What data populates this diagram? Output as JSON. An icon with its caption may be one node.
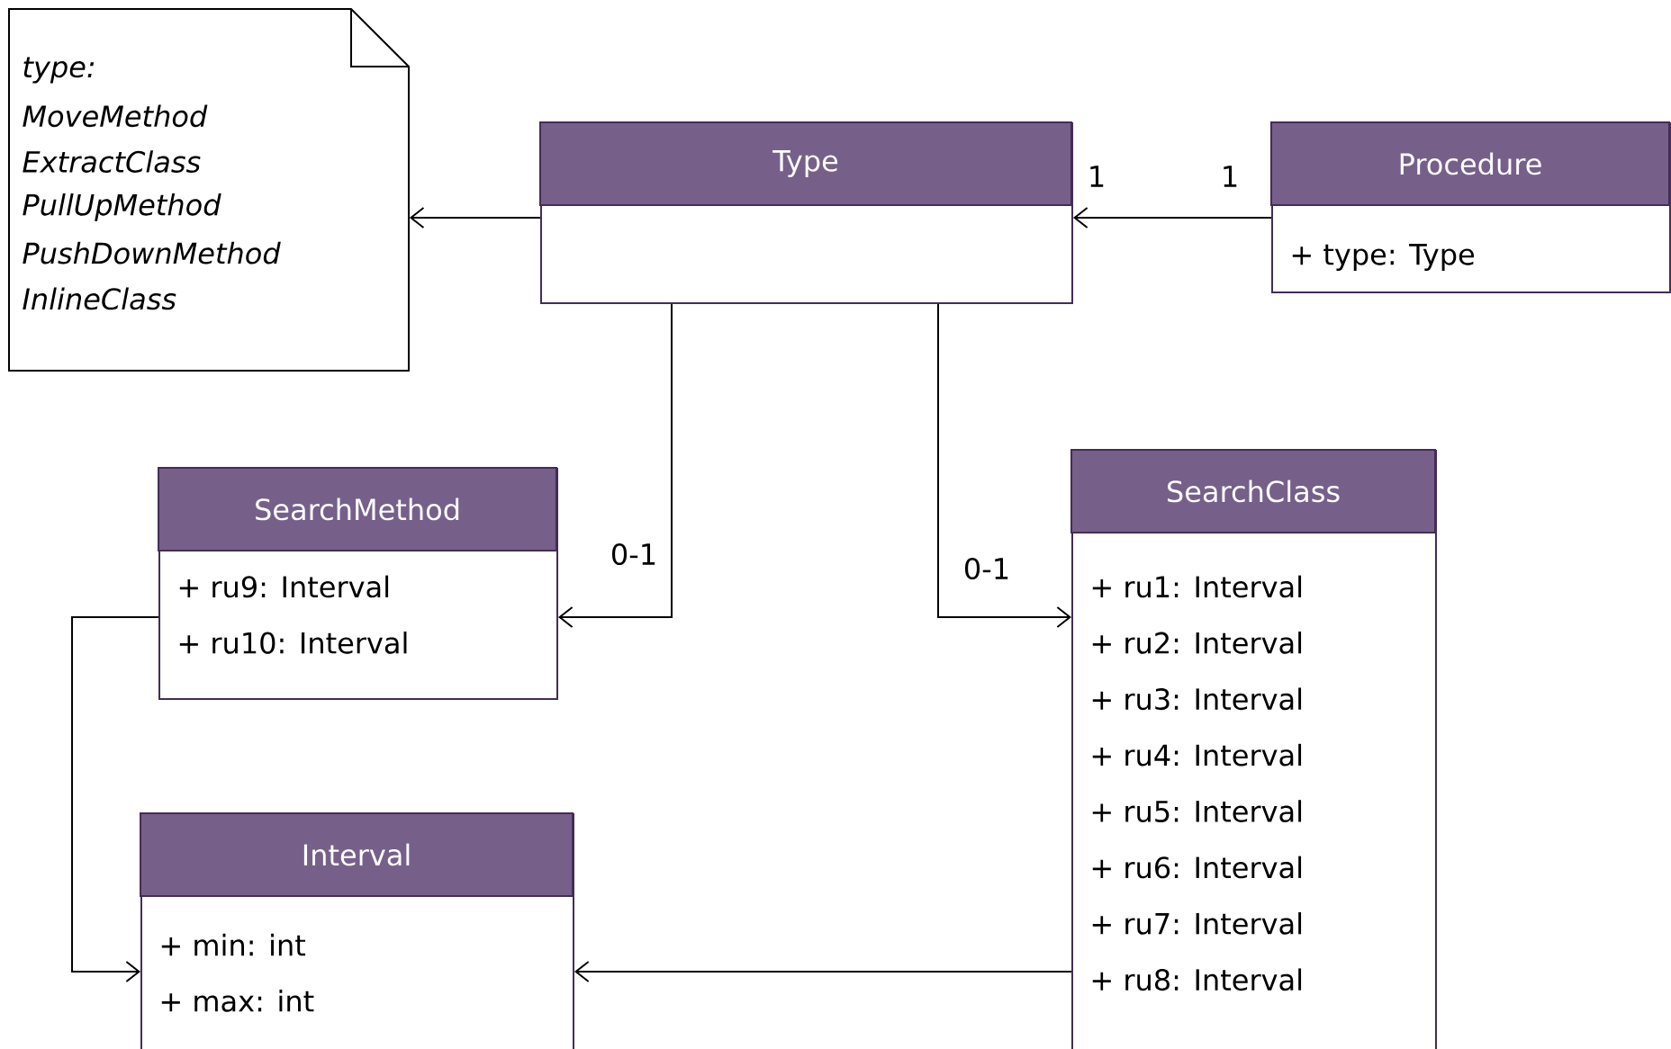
{
  "diagram": {
    "nodes": [
      {
        "text": [
          "type:",
          "MoveMethod",
          "ExtractClass",
          "PullUpMethod",
          "PushDownMethod",
          "InlineClass"
        ]
      },
      {
        "text": [
          "Type"
        ]
      },
      {
        "text": [
          "Procedure",
          "+ type: Type"
        ]
      },
      {
        "text": [
          "SearchMethod",
          "+ ru9: Interval",
          "+ ru10: Interval"
        ]
      },
      {
        "text": [
          "SearchClass",
          "+ ru1: Interval",
          "+ ru2: Interval",
          "+ ru3: Interval",
          "+ ru4: Interval",
          "+ ru5: Interval",
          "+ ru6: Interval",
          "+ ru7: Interval",
          "+ ru8: Interval"
        ]
      },
      {
        "text": [
          "Interval",
          "+ min: int",
          "+ max: int"
        ]
      }
    ],
    "edges": [
      {
        "from": 1,
        "to": 0,
        "arrow": "to"
      },
      {
        "from": 2,
        "to": 1,
        "arrow": "to",
        "label": "1"
      },
      {
        "from": 1,
        "to": 3,
        "arrow": "to",
        "label": "0-1"
      },
      {
        "from": 1,
        "to": 4,
        "arrow": "to",
        "label": "0-1"
      },
      {
        "from": 3,
        "to": 5,
        "arrow": "to"
      },
      {
        "from": 4,
        "to": 5,
        "arrow": "to"
      }
    ],
    "labels": [
      "1"
    ]
  }
}
